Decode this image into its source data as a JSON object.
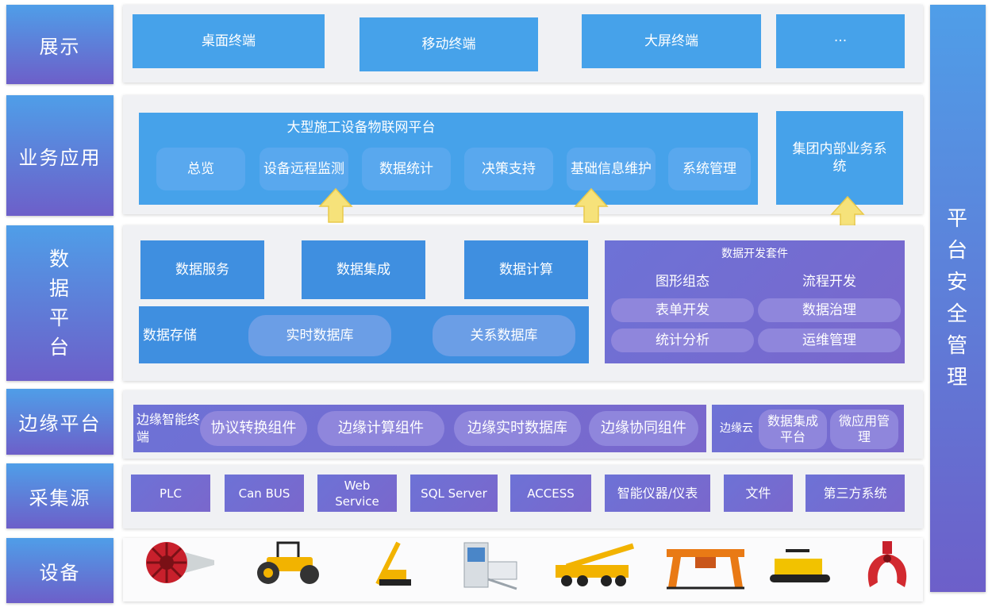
{
  "layers": {
    "display": "展示",
    "business": "业务应用",
    "data_platform": [
      "数",
      "据",
      "平",
      "台"
    ],
    "edge": "边缘平台",
    "source": "采集源",
    "device": "设备"
  },
  "security": [
    "平",
    "台",
    "安",
    "全",
    "管",
    "理"
  ],
  "display_items": [
    "桌面终端",
    "移动终端",
    "大屏终端",
    "···"
  ],
  "business": {
    "platform_title": "大型施工设备物联网平台",
    "modules": [
      "总览",
      "设备远程监测",
      "数据统计",
      "决策支持",
      "基础信息维护",
      "系统管理"
    ],
    "group_system": "集团内部业务系统"
  },
  "data": {
    "service": "数据服务",
    "integration": "数据集成",
    "compute": "数据计算",
    "storage_label": "数据存储",
    "realtime_db": "实时数据库",
    "relational_db": "关系数据库",
    "kit_title": "数据开发套件",
    "kit_items": [
      "图形组态",
      "流程开发",
      "表单开发",
      "数据治理",
      "统计分析",
      "运维管理"
    ]
  },
  "edge": {
    "terminal_label": "边缘智能终端",
    "components": [
      "协议转换组件",
      "边缘计算组件",
      "边缘实时数据库",
      "边缘协同组件"
    ],
    "cloud_label": "边缘云",
    "cloud_items": [
      "数据集成平台",
      "微应用管理"
    ]
  },
  "sources": [
    "PLC",
    "Can BUS",
    "Web Service",
    "SQL Server",
    "ACCESS",
    "智能仪器/仪表",
    "文件",
    "第三方系统"
  ],
  "devices": [
    "tunnel-boring-machine-icon",
    "road-roller-icon",
    "drilling-rig-icon",
    "batching-plant-icon",
    "truck-crane-icon",
    "gantry-crane-icon",
    "paver-icon",
    "grab-bucket-icon"
  ]
}
